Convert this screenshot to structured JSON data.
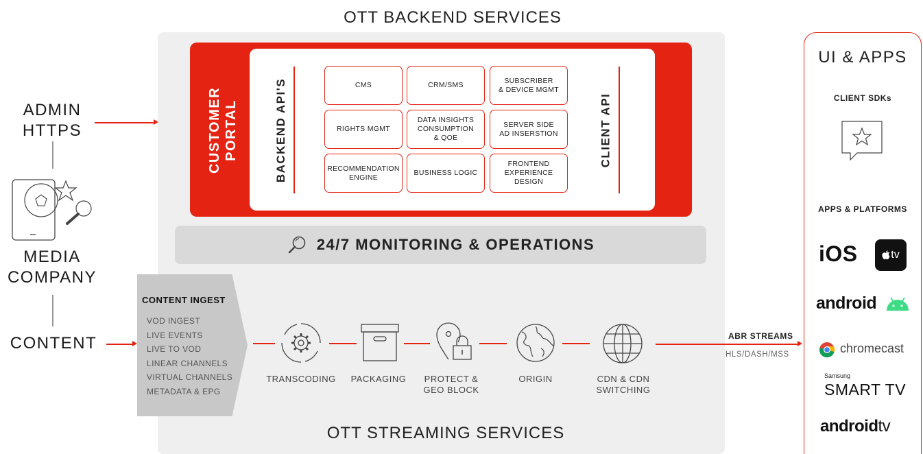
{
  "titles": {
    "backend": "OTT BACKEND SERVICES",
    "streaming": "OTT STREAMING SERVICES"
  },
  "left": {
    "admin_line1": "ADMIN",
    "admin_line2": "HTTPS",
    "media_line1": "MEDIA",
    "media_line2": "COMPANY",
    "content": "CONTENT"
  },
  "backend": {
    "customer_portal_line1": "CUSTOMER",
    "customer_portal_line2": "PORTAL",
    "backend_apis": "BACKEND API'S",
    "client_api": "CLIENT API",
    "boxes": [
      [
        "CMS"
      ],
      [
        "CRM/SMS"
      ],
      [
        "SUBSCRIBER",
        "& DEVICE MGMT"
      ],
      [
        "RIGHTS MGMT"
      ],
      [
        "DATA INSIGHTS",
        "CONSUMPTION",
        "& QOE"
      ],
      [
        "SERVER SIDE",
        "AD INSERSTION"
      ],
      [
        "RECOMMENDATION",
        "ENGINE"
      ],
      [
        "BUSINESS LOGIC"
      ],
      [
        "FRONTEND",
        "EXPERIENCE",
        "DESIGN"
      ]
    ]
  },
  "monitoring": {
    "label": "24/7 MONITORING & OPERATIONS",
    "icon": "magnifier-icon"
  },
  "ingest": {
    "title": "CONTENT INGEST",
    "items": [
      "VOD INGEST",
      "LIVE EVENTS",
      "LIVE TO VOD",
      "LINEAR CHANNELS",
      "VIRTUAL CHANNELS",
      "METADATA & EPG"
    ]
  },
  "pipeline": [
    {
      "icon": "gear-cycle-icon",
      "line1": "TRANSCODING",
      "line2": ""
    },
    {
      "icon": "box-icon",
      "line1": "PACKAGING",
      "line2": ""
    },
    {
      "icon": "pin-lock-icon",
      "line1": "PROTECT &",
      "line2": "GEO BLOCK"
    },
    {
      "icon": "earth-icon",
      "line1": "ORIGIN",
      "line2": ""
    },
    {
      "icon": "globe-grid-icon",
      "line1": "CDN & CDN",
      "line2": "SWITCHING"
    }
  ],
  "output": {
    "abr": "ABR STREAMS",
    "formats": "HLS/DASH/MSS"
  },
  "apps": {
    "title": "UI & APPS",
    "sdks": "CLIENT SDKs",
    "platforms_label": "APPS & PLATFORMS",
    "ios": "iOS",
    "appletv": "tv",
    "android": "android",
    "chromecast": "chromecast",
    "samsung": "Samsung",
    "smarttv": "SMART TV",
    "androidtv_bold": "android",
    "androidtv_light": "tv"
  },
  "colors": {
    "accent": "#e42313",
    "panel": "#efefef",
    "monitor": "#d9d9d9",
    "ingest": "#c8c8c8",
    "android_green": "#3ddc84"
  }
}
